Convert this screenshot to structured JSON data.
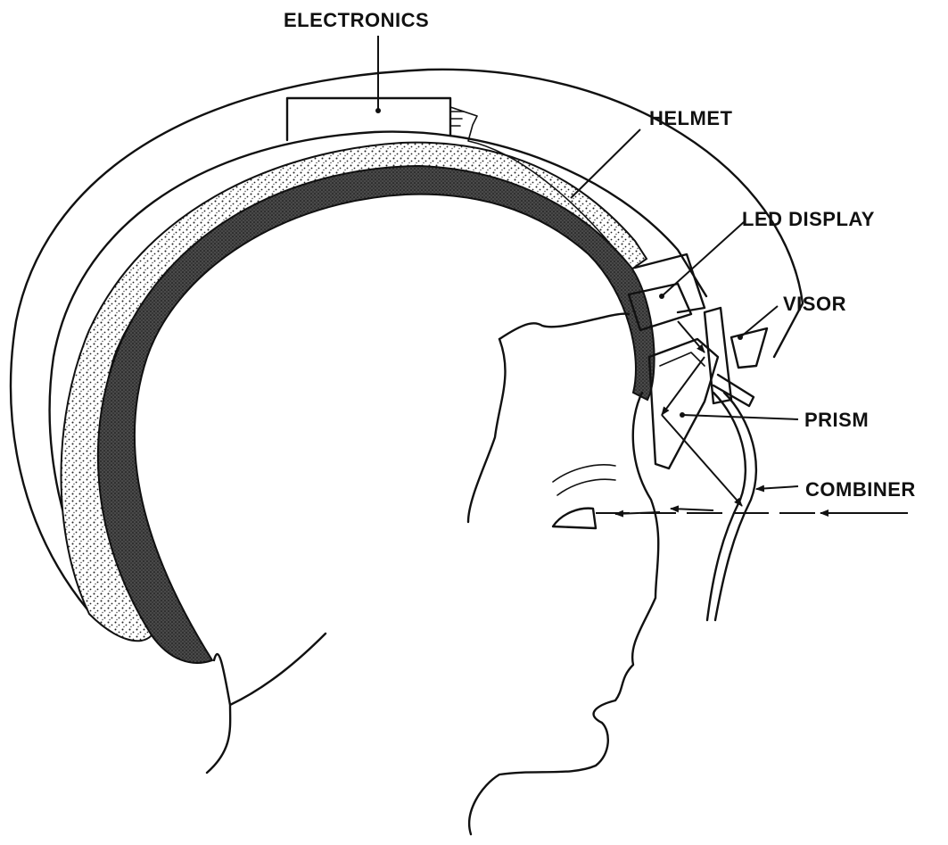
{
  "labels": {
    "electronics": "ELECTRONICS",
    "helmet": "HELMET",
    "led_display": "LED DISPLAY",
    "visor": "VISOR",
    "prism": "PRISM",
    "combiner": "COMBINER"
  },
  "colors": {
    "ink": "#111111",
    "background": "#ffffff",
    "padding_stipple": "#cfcfcf",
    "liner_dark": "#3a3a3a"
  }
}
